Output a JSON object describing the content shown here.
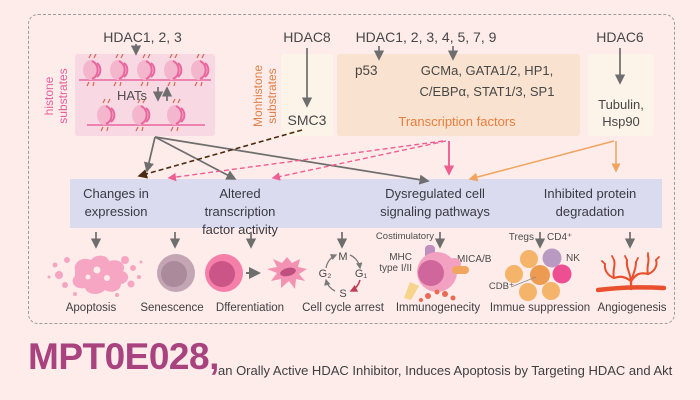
{
  "top": {
    "hdac_histone": "HDAC1, 2, 3",
    "hdac8": "HDAC8",
    "hdac_tf": "HDAC1, 2, 3, 4, 5, 7, 9",
    "hdac6": "HDAC6"
  },
  "substrates": {
    "histone_label": {
      "line1": "histone",
      "line2": "substrates"
    },
    "nonhistone_label": {
      "line1": "Monhistone",
      "line2": "substrates"
    },
    "hats": "HATs",
    "smc3": "SMC3",
    "p53": "p53",
    "tf_line1": "GCMa, GATA1/2, HP1,",
    "tf_line2": "C/EBPα, STAT1/3, SP1",
    "tf_caption": "Transcription factors",
    "tubulin_line1": "Tubulin,",
    "tubulin_line2": "Hsp90"
  },
  "band": {
    "items": [
      {
        "line1": "Changes in",
        "line2": "expression"
      },
      {
        "line1": "Altered transcription",
        "line2": "factor activity"
      },
      {
        "line1": "Dysregulated cell",
        "line2": "signaling pathways"
      },
      {
        "line1": "Inhibited protein",
        "line2": "degradation"
      }
    ]
  },
  "outcomes": {
    "labels": [
      "Apoptosis",
      "Senescence",
      "Dfferentiation",
      "Cell cycle arrest",
      "Immunogenecity",
      "Immue suppression",
      "Angiogenesis"
    ],
    "cell_cycle": {
      "m": "M",
      "g2": "G₂",
      "g1": "G₁",
      "s": "S"
    },
    "immuno": {
      "costimulatory": "Costimulatory",
      "mhc_line1": "MHC",
      "mhc_line2": "type I/II",
      "mica": "MICA/B"
    },
    "suppression": {
      "tregs": "Tregs",
      "cd4": "CD4⁺",
      "nk": "NK",
      "cdb": "CDB⁺"
    }
  },
  "footer": {
    "title": "MPT0E028,",
    "subtitle": "an Orally Active HDAC Inhibitor, Induces Apoptosis by Targeting HDAC and Akt"
  },
  "colors": {
    "background": "#fdecea",
    "histone_box": "#f8d8e3",
    "nonhistone_box": "#fdf4e9",
    "tf_box": "#f9e2cf",
    "band": "#dadbee",
    "pink_accent": "#e75f9c",
    "orange_accent": "#e08048",
    "tf_caption": "#e87e3e",
    "title": "#a8437f",
    "arrow_gray": "#6e6e6e",
    "arrow_brown": "#4c2c10",
    "arrow_pink": "#ee5f93",
    "arrow_orange": "#f0a45e",
    "angiogenesis_red": "#e8502e"
  }
}
